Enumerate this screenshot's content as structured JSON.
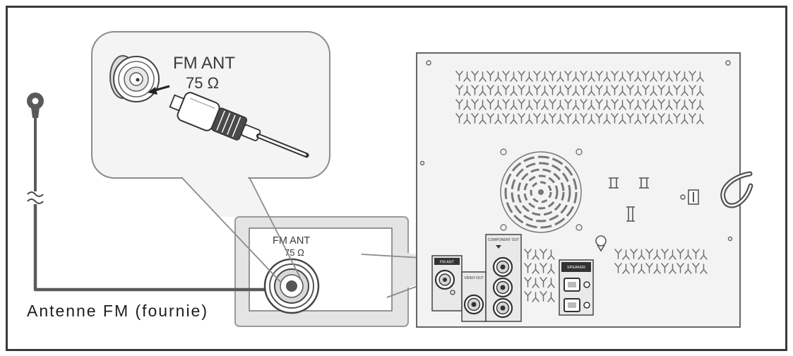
{
  "callout": {
    "label": "FM ANT",
    "impedance": "75 Ω"
  },
  "zoom_panel": {
    "label": "FM ANT",
    "impedance": "75 Ω"
  },
  "antenna": {
    "caption": "Antenne FM (fournie)"
  },
  "device_panel": {
    "fm_jack_label": "FM ANT",
    "video_out_label": "VIDEO OUT",
    "component_out_label": "COMPONENT OUT",
    "speaker_label": "SPEAKER"
  },
  "colors": {
    "frame": "#3a3a3a",
    "wire": "#5a5a5a",
    "panel": "#f3f3f3",
    "zoom_fill": "#e4e4e4"
  }
}
